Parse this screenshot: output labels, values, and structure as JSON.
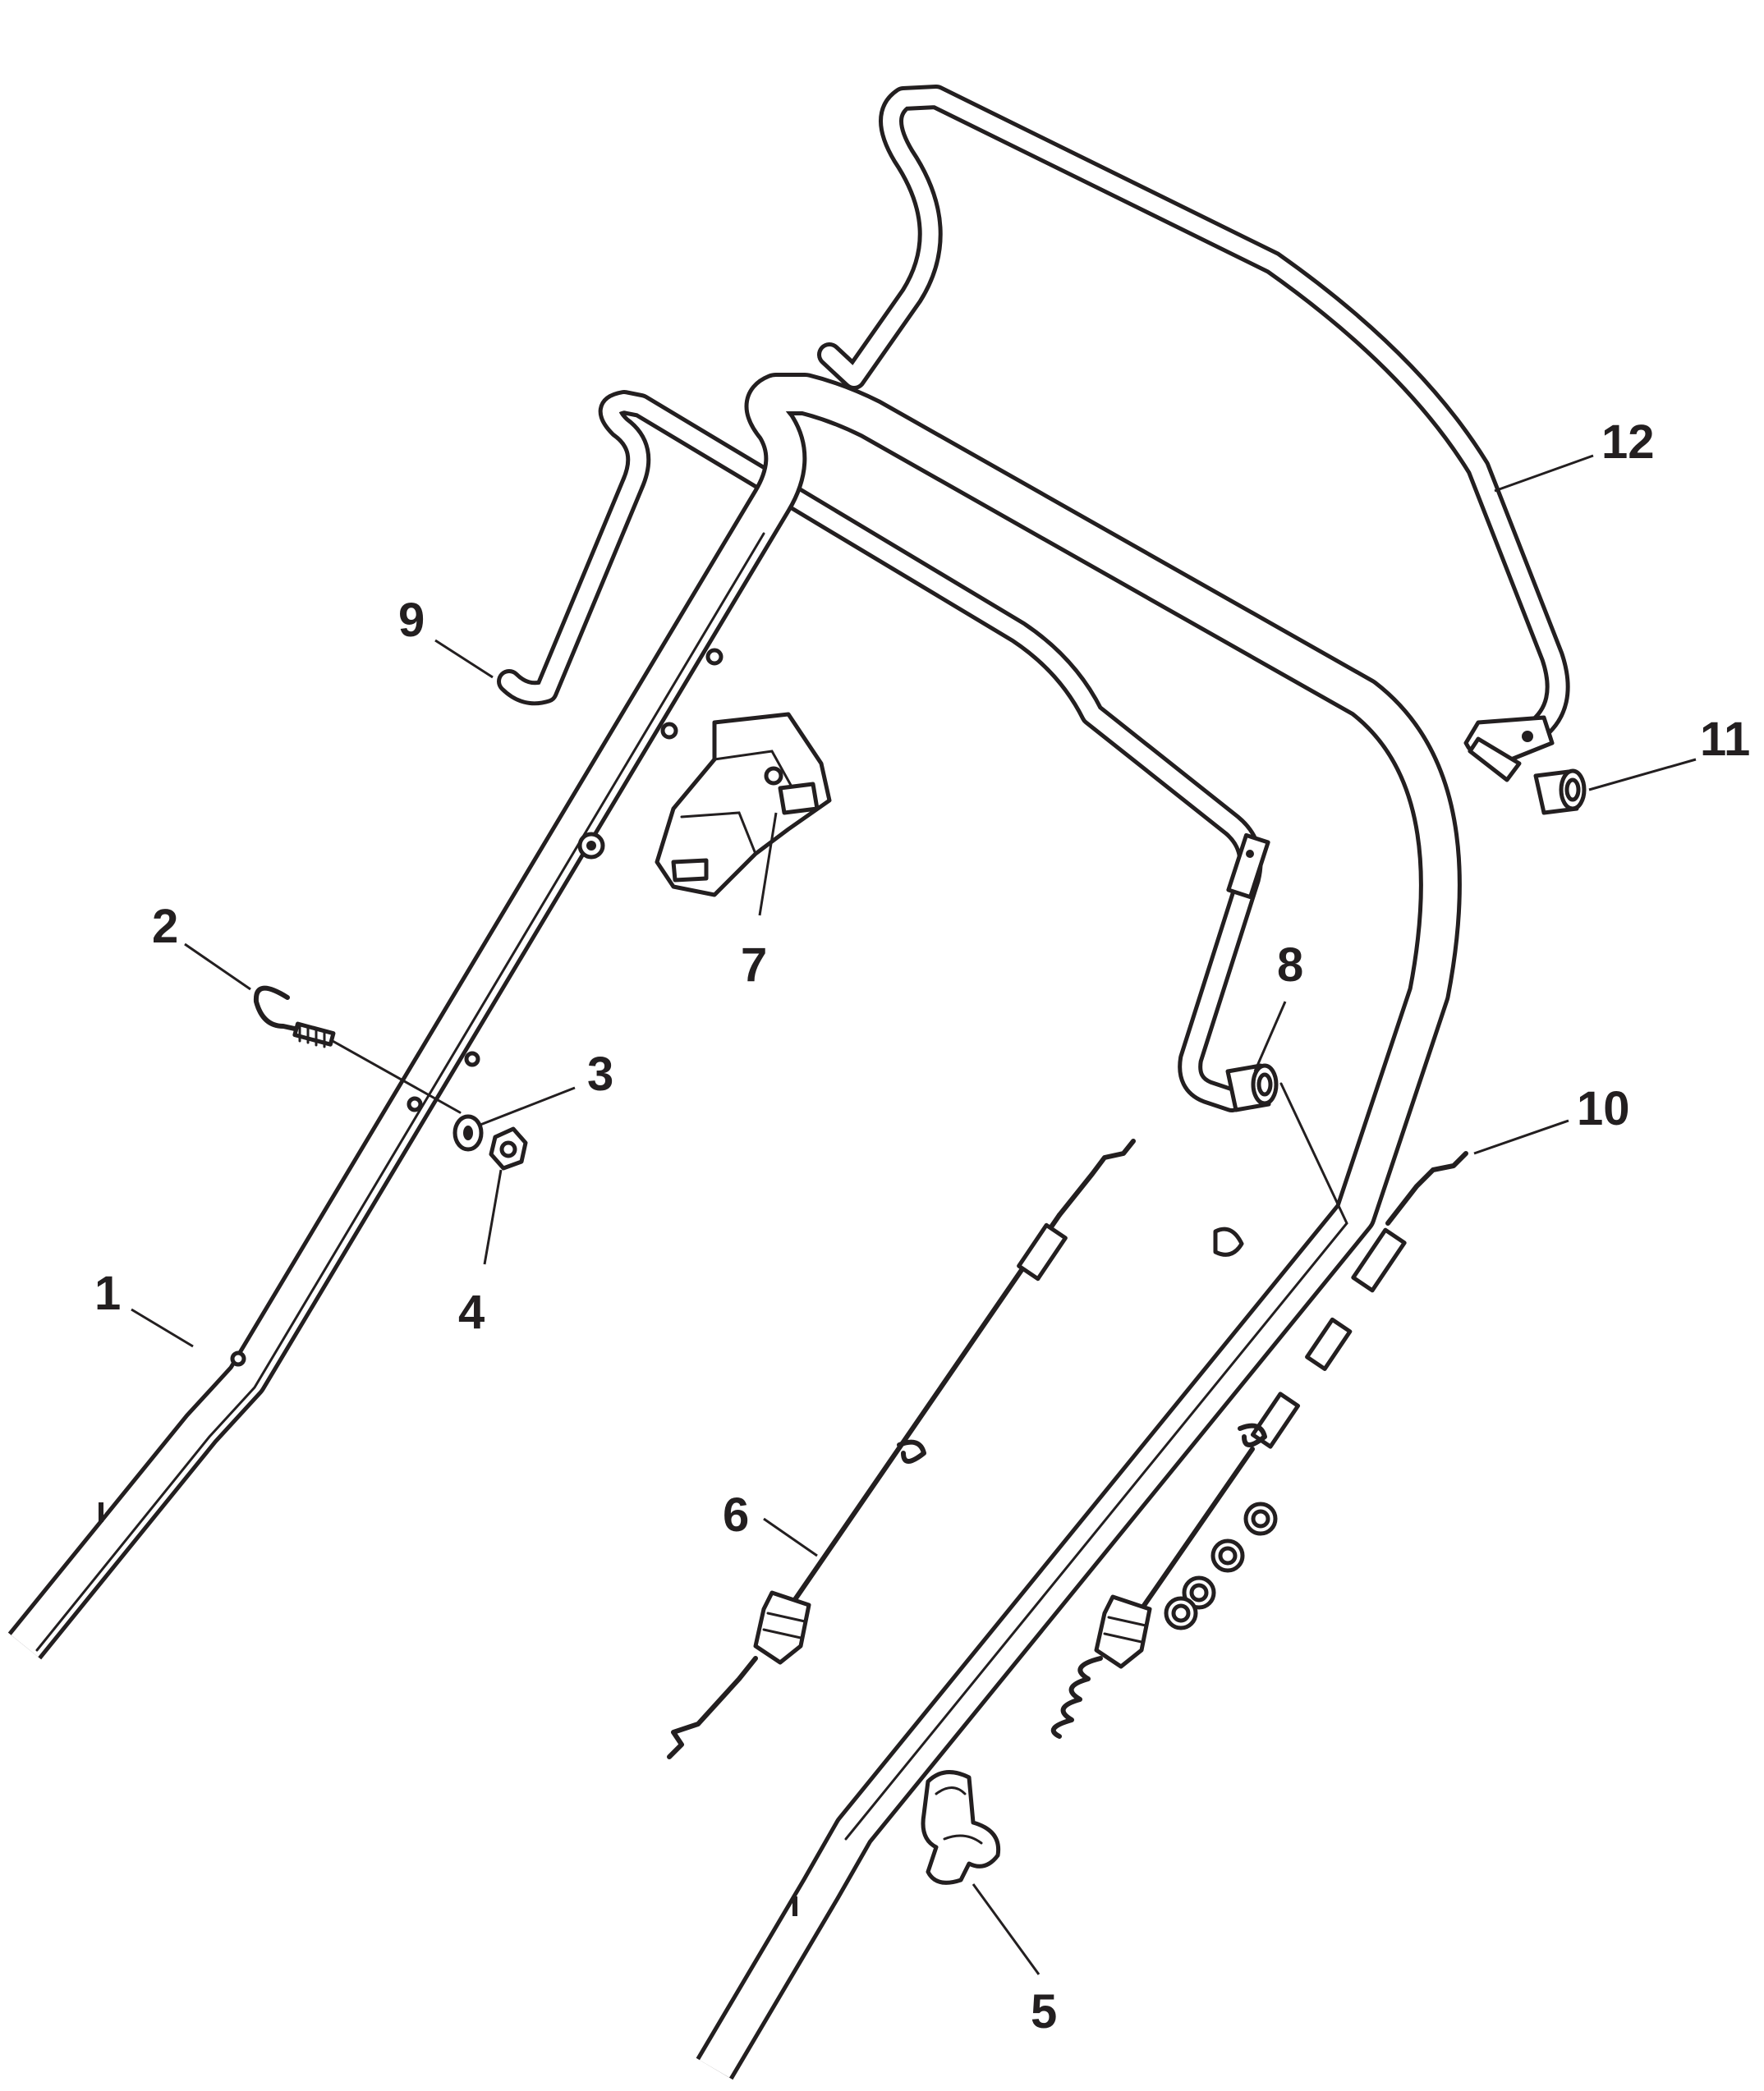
{
  "callouts": [
    {
      "id": "1",
      "label": "1",
      "part": "lower-handle"
    },
    {
      "id": "2",
      "label": "2",
      "part": "hook-bolt"
    },
    {
      "id": "3",
      "label": "3",
      "part": "washer"
    },
    {
      "id": "4",
      "label": "4",
      "part": "nut"
    },
    {
      "id": "5",
      "label": "5",
      "part": "cable-clip"
    },
    {
      "id": "6",
      "label": "6",
      "part": "cable"
    },
    {
      "id": "7",
      "label": "7",
      "part": "control-housing"
    },
    {
      "id": "8",
      "label": "8",
      "part": "bushing"
    },
    {
      "id": "9",
      "label": "9",
      "part": "control-bail"
    },
    {
      "id": "10",
      "label": "10",
      "part": "cable"
    },
    {
      "id": "11",
      "label": "11",
      "part": "bushing"
    },
    {
      "id": "12",
      "label": "12",
      "part": "upper-bail"
    }
  ]
}
